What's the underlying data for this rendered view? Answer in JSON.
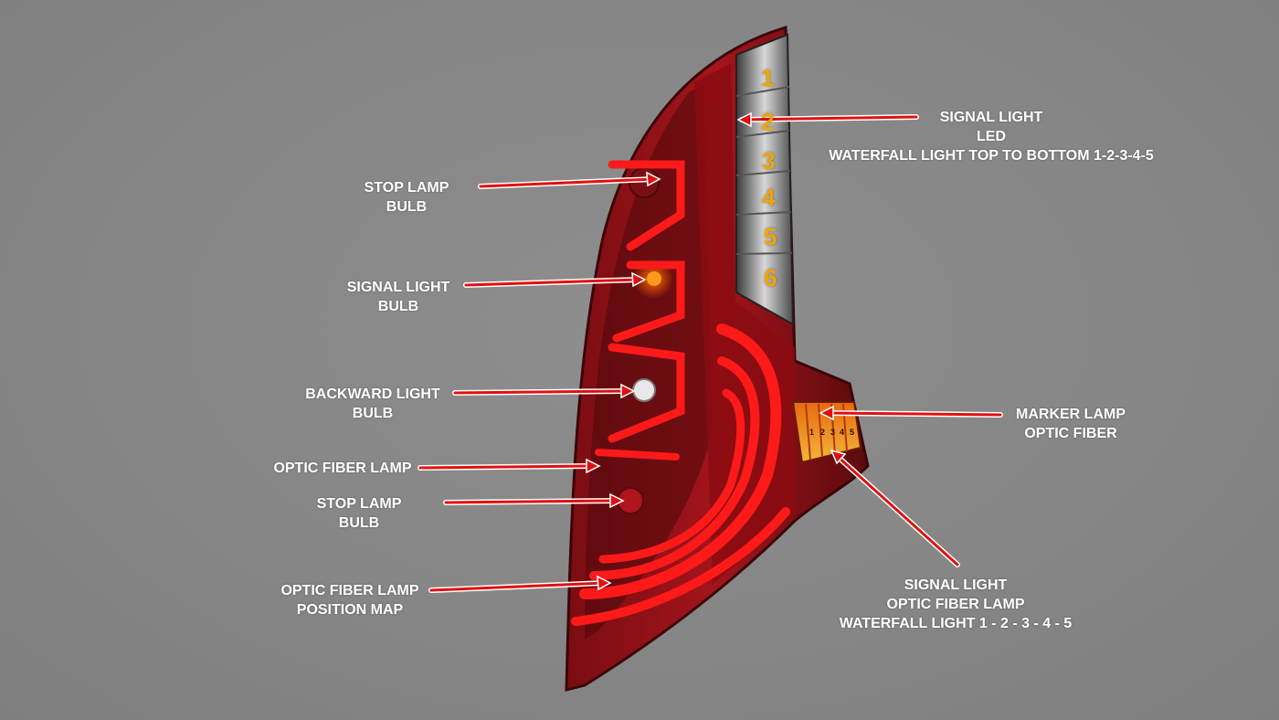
{
  "labels": {
    "signal_led": {
      "line1": "SIGNAL LIGHT",
      "line2": "LED",
      "line3": "WATERFALL LIGHT TOP TO BOTTOM 1-2-3-4-5"
    },
    "stop_lamp_top": {
      "line1": "STOP LAMP",
      "line2": "BULB"
    },
    "signal_bulb": {
      "line1": "SIGNAL LIGHT",
      "line2": "BULB"
    },
    "backward_bulb": {
      "line1": "BACKWARD LIGHT",
      "line2": "BULB"
    },
    "optic_fiber": {
      "line1": "OPTIC FIBER LAMP"
    },
    "stop_lamp_bottom": {
      "line1": "STOP LAMP",
      "line2": "BULB"
    },
    "position_map": {
      "line1": "OPTIC FIBER LAMP",
      "line2": "POSITION MAP"
    },
    "marker": {
      "line1": "MARKER LAMP",
      "line2": "OPTIC FIBER"
    },
    "signal_fiber": {
      "line1": "SIGNAL LIGHT",
      "line2": "OPTIC FIBER LAMP",
      "line3": "WATERFALL LIGHT 1 - 2 - 3 - 4 - 5"
    }
  },
  "led_numbers": [
    "1",
    "2",
    "3",
    "4",
    "5",
    "6"
  ],
  "marker_numbers": [
    "1",
    "2",
    "3",
    "4",
    "5"
  ],
  "colors": {
    "number": "#f0a500",
    "arrow": "#e01010",
    "lamp_red": "#c0101a",
    "background": "#878787"
  }
}
